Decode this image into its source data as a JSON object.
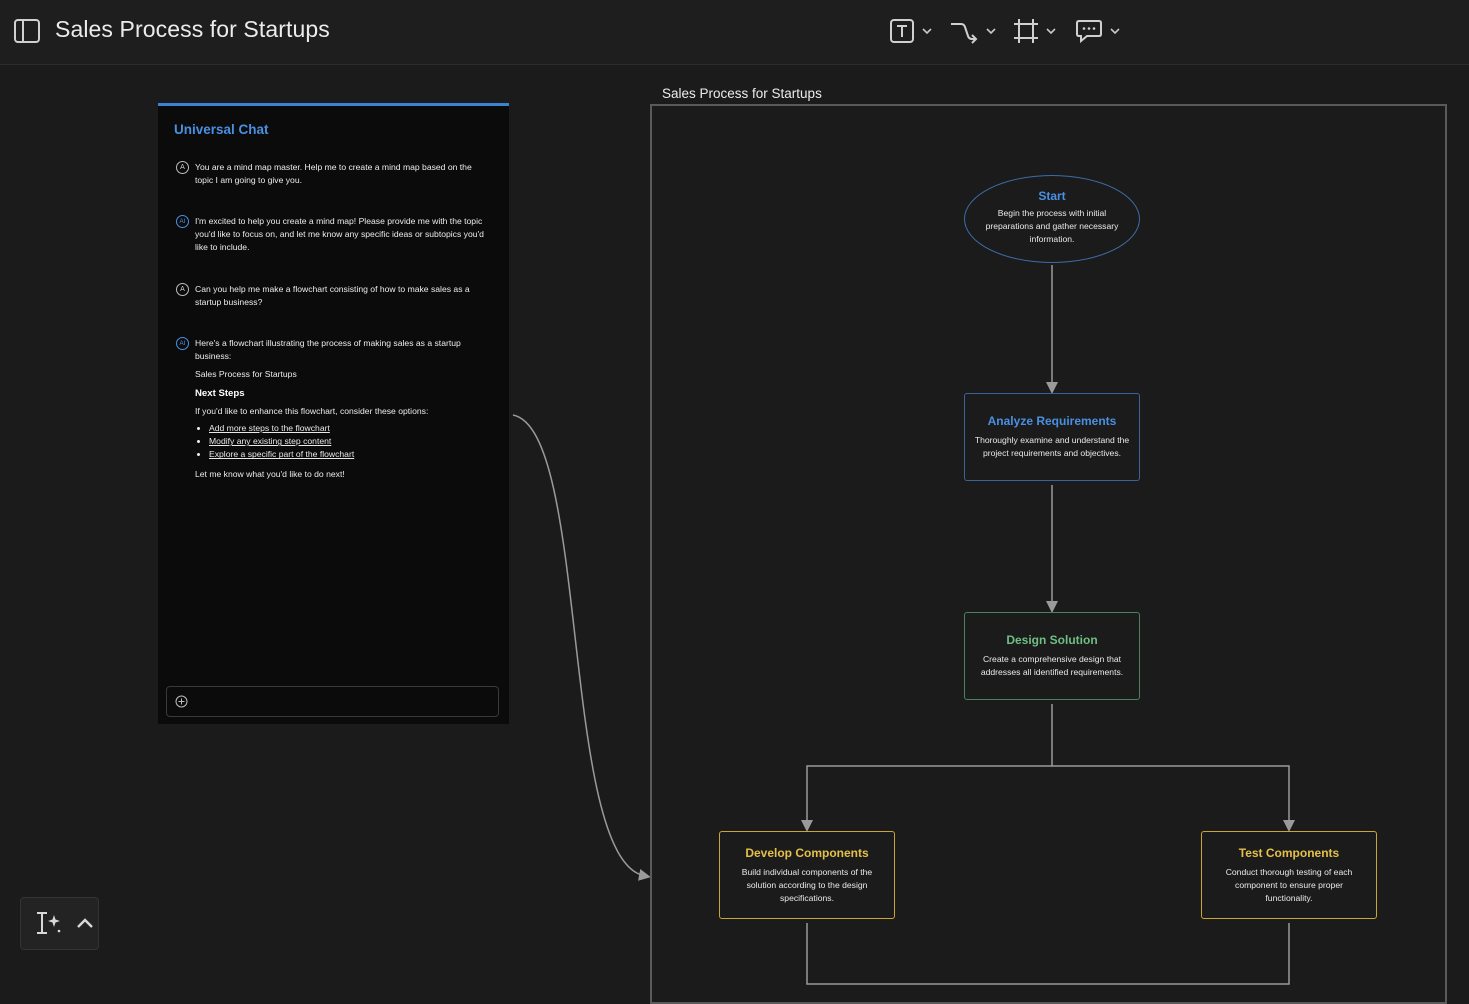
{
  "header": {
    "title": "Sales Process for Startups",
    "tools": [
      {
        "name": "text-tool",
        "icon": "text-box-icon"
      },
      {
        "name": "connector-tool",
        "icon": "connector-arrow-icon"
      },
      {
        "name": "frame-tool",
        "icon": "frame-crop-icon"
      },
      {
        "name": "comment-tool",
        "icon": "speech-bubble-icon"
      }
    ]
  },
  "chat": {
    "title": "Universal Chat",
    "messages": [
      {
        "avatar": "A",
        "text": "You are a mind map master. Help me to create a mind map based on the topic I am going to give you."
      },
      {
        "avatar": "AI",
        "text": "I'm excited to help you create a mind map! Please provide me with the topic you'd like to focus on, and let me know any specific ideas or subtopics you'd like to include."
      },
      {
        "avatar": "A",
        "text": "Can you help me make a flowchart consisting of how to make sales as a startup business?"
      },
      {
        "avatar": "AI",
        "text": "Here's a flowchart illustrating the process of making sales as a startup business:",
        "sub": "Sales Process for Startups",
        "heading": "Next Steps",
        "intro": "If you'd like to enhance this flowchart, consider these options:",
        "links": [
          "Add more steps to the flowchart",
          "Modify any existing step content",
          "Explore a specific part of the flowchart"
        ],
        "closing": "Let me know what you'd like to do next!"
      }
    ],
    "input": {
      "value": "",
      "placeholder": ""
    }
  },
  "frame": {
    "label": "Sales Process for Startups",
    "nodes": {
      "start": {
        "title": "Start",
        "desc": "Begin the process with initial preparations and gather necessary information.",
        "color": "#4a90e2"
      },
      "analyze": {
        "title": "Analyze Requirements",
        "desc": "Thoroughly examine and understand the project requirements and objectives.",
        "color": "#4a90e2"
      },
      "design": {
        "title": "Design Solution",
        "desc": "Create a comprehensive design that addresses all identified requirements.",
        "color": "#6fbe83"
      },
      "develop": {
        "title": "Develop Components",
        "desc": "Build individual components of the solution according to the design specifications.",
        "color": "#e4c04a"
      },
      "test": {
        "title": "Test Components",
        "desc": "Conduct thorough testing of each component to ensure proper functionality.",
        "color": "#e4c04a"
      }
    }
  },
  "colors": {
    "background": "#1b1b1b",
    "accent": "#4a90e2",
    "chat_bg": "#0b0b0b"
  }
}
